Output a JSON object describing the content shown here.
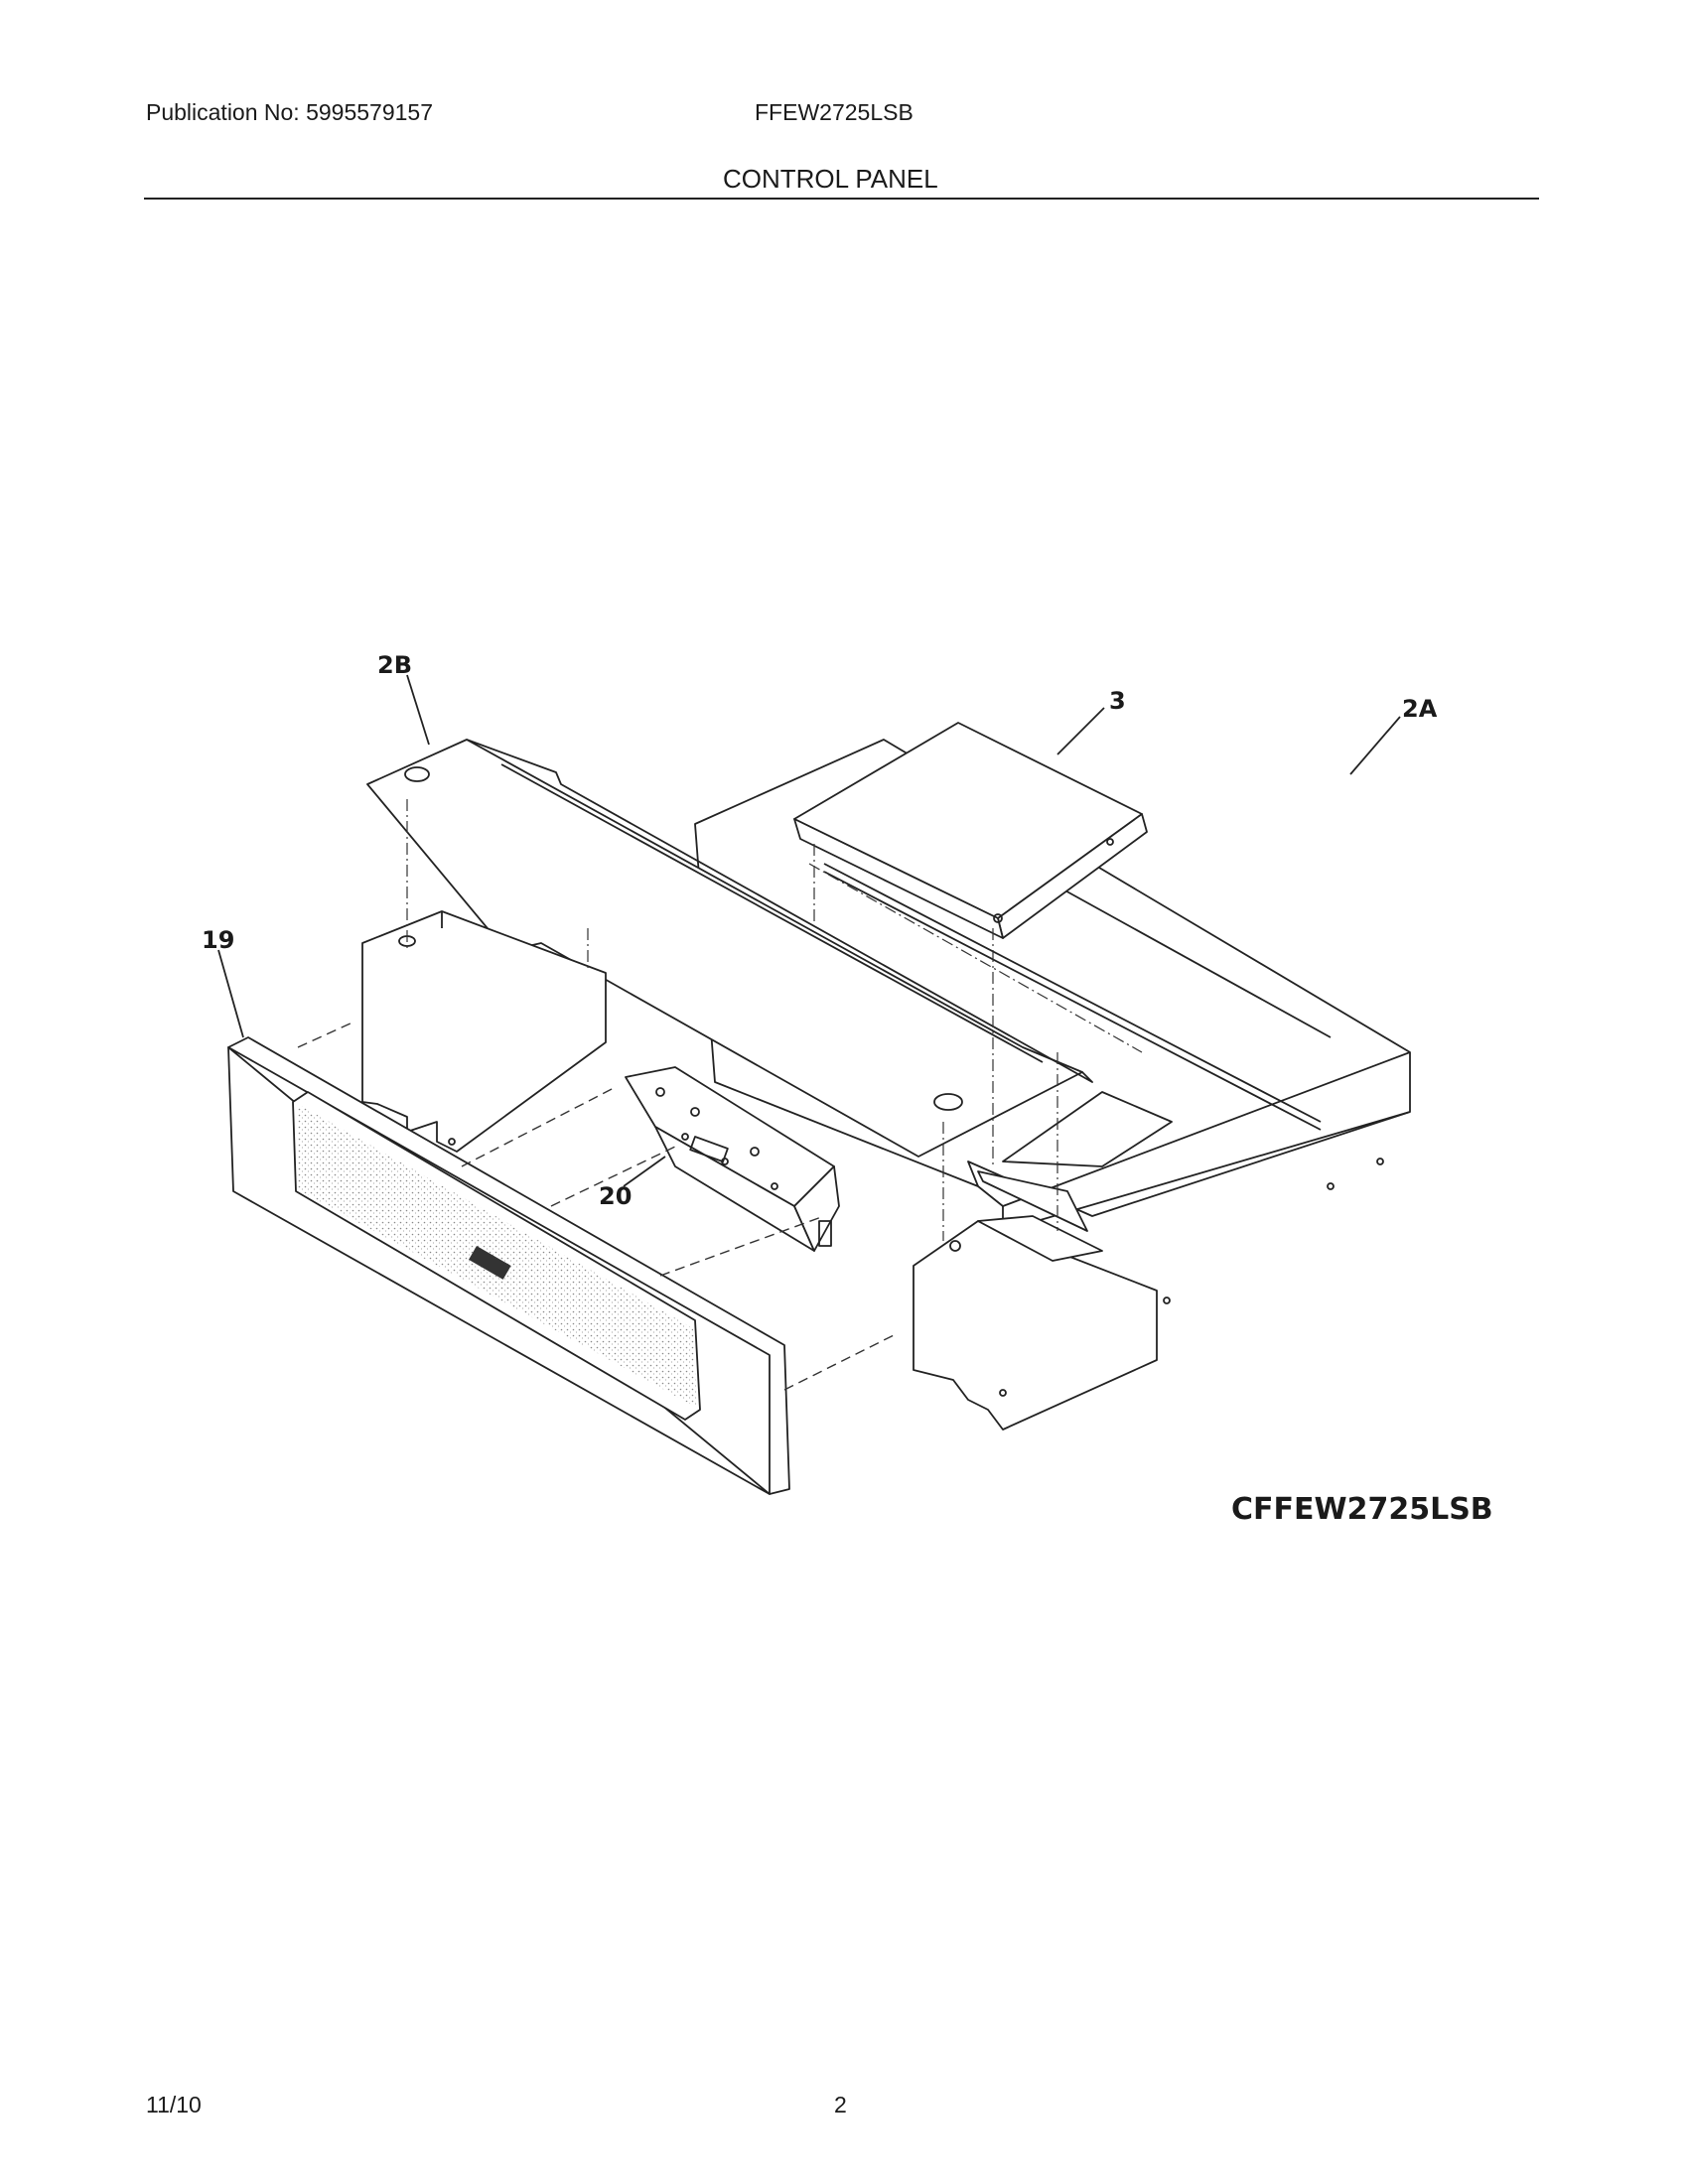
{
  "header": {
    "publication": "Publication No: 5995579157",
    "model": "FFEW2725LSB",
    "section_title": "CONTROL PANEL"
  },
  "diagram": {
    "callouts": [
      {
        "id": "2B",
        "text": "2B"
      },
      {
        "id": "3",
        "text": "3"
      },
      {
        "id": "2A",
        "text": "2A"
      },
      {
        "id": "19",
        "text": "19"
      },
      {
        "id": "20",
        "text": "20"
      }
    ],
    "drawing_code": "CFFEW2725LSB"
  },
  "footer": {
    "date": "11/10",
    "page_number": "2"
  }
}
